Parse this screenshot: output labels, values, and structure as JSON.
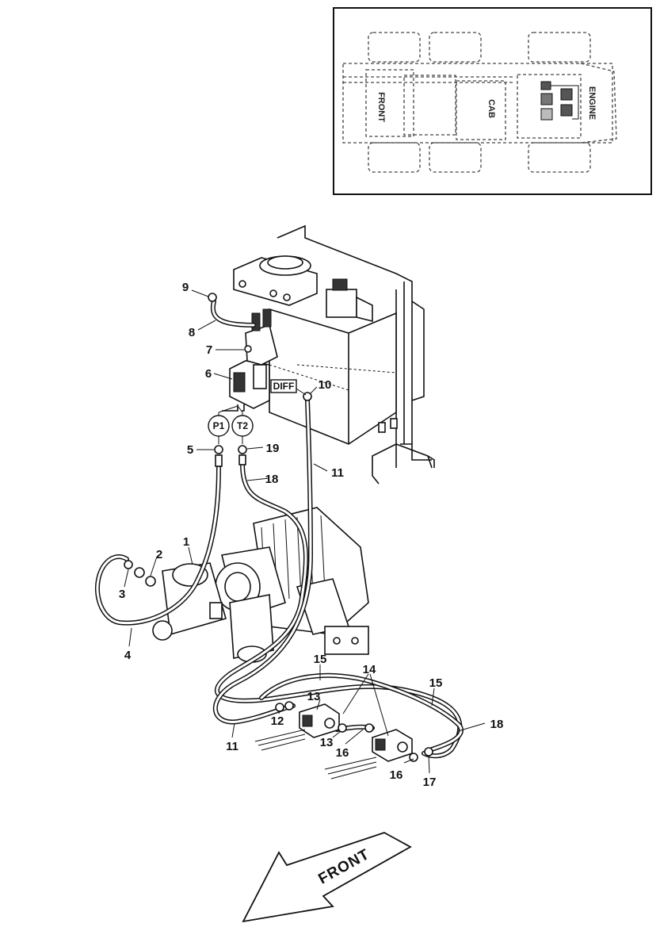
{
  "inset": {
    "labels": {
      "front": "FRONT",
      "cab": "CAB",
      "engine": "ENGINE"
    }
  },
  "port_tags": {
    "p1": "P1",
    "t2": "T2",
    "diff": "DIFF"
  },
  "callouts": [
    {
      "id": "c1",
      "text": "1"
    },
    {
      "id": "c2",
      "text": "2"
    },
    {
      "id": "c3",
      "text": "3"
    },
    {
      "id": "c4",
      "text": "4"
    },
    {
      "id": "c5",
      "text": "5"
    },
    {
      "id": "c6",
      "text": "6"
    },
    {
      "id": "c7",
      "text": "7"
    },
    {
      "id": "c8",
      "text": "8"
    },
    {
      "id": "c9",
      "text": "9"
    },
    {
      "id": "c10",
      "text": "10"
    },
    {
      "id": "c11a",
      "text": "11"
    },
    {
      "id": "c11b",
      "text": "11"
    },
    {
      "id": "c12",
      "text": "12"
    },
    {
      "id": "c13a",
      "text": "13"
    },
    {
      "id": "c13b",
      "text": "13"
    },
    {
      "id": "c14",
      "text": "14"
    },
    {
      "id": "c15a",
      "text": "15"
    },
    {
      "id": "c15b",
      "text": "15"
    },
    {
      "id": "c16a",
      "text": "16"
    },
    {
      "id": "c16b",
      "text": "16"
    },
    {
      "id": "c17",
      "text": "17"
    },
    {
      "id": "c18a",
      "text": "18"
    },
    {
      "id": "c18b",
      "text": "18"
    },
    {
      "id": "c19",
      "text": "19"
    }
  ],
  "direction_arrow": {
    "label": "FRONT"
  }
}
